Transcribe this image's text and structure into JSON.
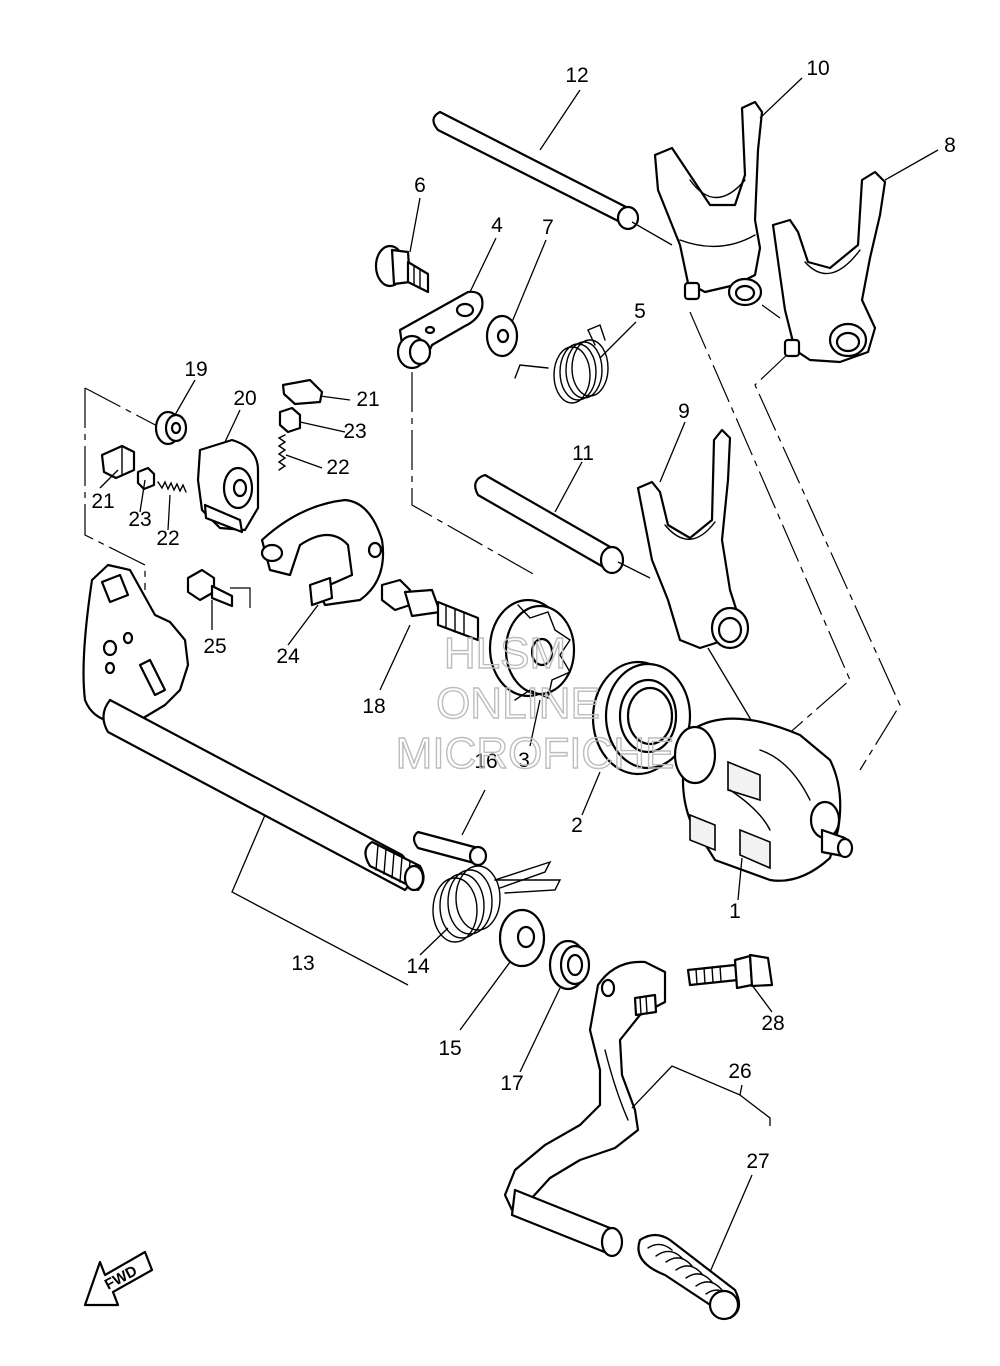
{
  "watermark": {
    "line1": "HLSM",
    "line2": "ONLINE",
    "line3": "MICROFICHE"
  },
  "direction_badge": "FWD",
  "callouts": [
    "1",
    "2",
    "3",
    "4",
    "5",
    "6",
    "7",
    "8",
    "9",
    "10",
    "11",
    "12",
    "13",
    "14",
    "15",
    "16",
    "17",
    "18",
    "19",
    "20",
    "21",
    "21",
    "22",
    "22",
    "23",
    "23",
    "24",
    "25",
    "26",
    "27",
    "28"
  ],
  "colors": {
    "line": "#000000",
    "background": "#ffffff",
    "watermark": "#bdbdbd"
  }
}
